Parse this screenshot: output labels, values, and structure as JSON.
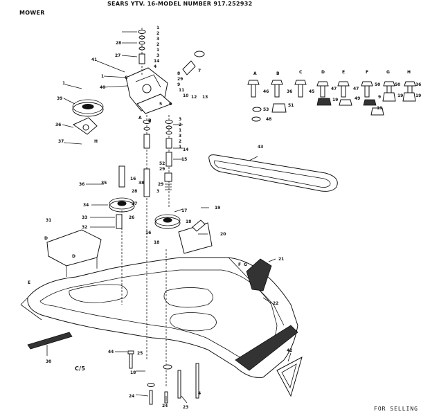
{
  "header": {
    "title": "SEARS YTV. 16-MODEL NUMBER 917.252932",
    "section": "MOWER"
  },
  "footer": {
    "note": "FOR SELLING",
    "sheet": "C/5"
  },
  "hardware_letters": [
    "A",
    "B",
    "C",
    "D",
    "E",
    "F",
    "G",
    "H"
  ],
  "hardware_numbers": [
    "46",
    "36",
    "45",
    "47",
    "47",
    "50",
    "50",
    "36",
    "53",
    "51",
    "48",
    "19",
    "49",
    "9",
    "19",
    "19",
    "19"
  ],
  "callouts": {
    "top_stack": [
      "1",
      "2",
      "3",
      "2",
      "1",
      "28",
      "3",
      "27",
      "4",
      "14",
      "41",
      "1",
      "40",
      "8",
      "29",
      "9",
      "11",
      "10",
      "12",
      "13",
      "7",
      "5",
      "6"
    ],
    "left_column": [
      "1",
      "39",
      "36",
      "37",
      "35",
      "36",
      "34",
      "33",
      "32",
      "31"
    ],
    "center_column": [
      "A",
      "B",
      "3",
      "2",
      "1",
      "3",
      "2",
      "1",
      "14",
      "15",
      "52",
      "16",
      "29",
      "28",
      "3",
      "29",
      "38",
      "37",
      "26",
      "17",
      "18",
      "19",
      "16",
      "18"
    ],
    "right_side": [
      "43",
      "20",
      "21",
      "22",
      "42",
      "30",
      "44",
      "25",
      "24",
      "24",
      "23",
      "18",
      "4"
    ],
    "deck_letters": [
      "D",
      "D",
      "E",
      "F",
      "G",
      "C",
      "H"
    ]
  }
}
